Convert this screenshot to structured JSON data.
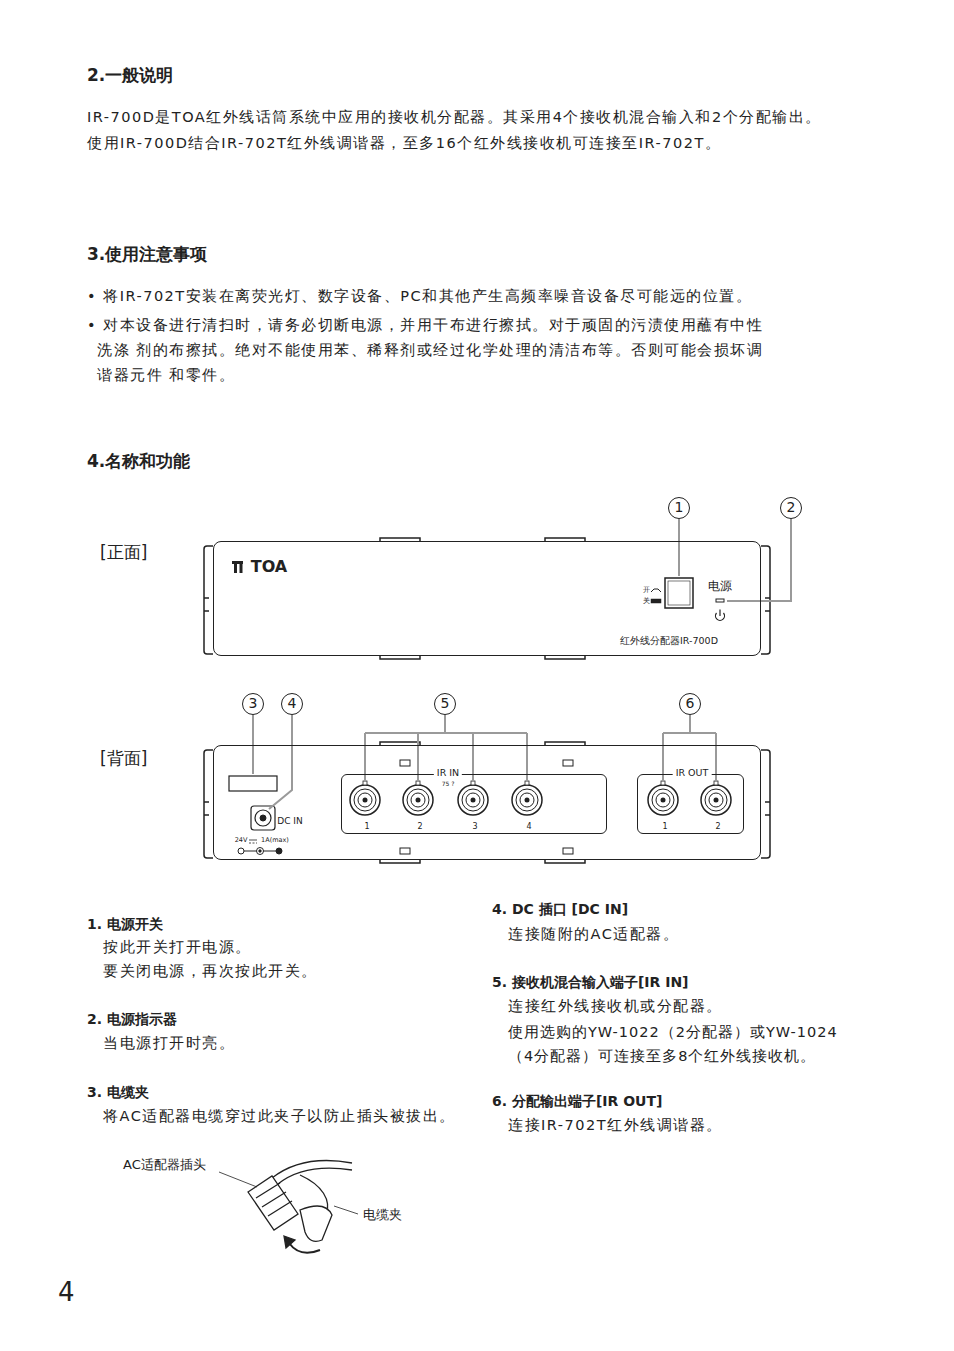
{
  "diagram": {
    "nodes": [
      {
        "text": [
          "TOA",
          "开",
          "关",
          "电源",
          "红外线分配器IR-700D"
        ]
      },
      {
        "text": [
          "DC IN",
          "24V",
          "1A(max)"
        ]
      },
      {
        "text": [
          "IR IN",
          "75 ?",
          "1",
          "2",
          "3",
          "4"
        ],
        "in": 1
      },
      {
        "text": [
          "IR OUT",
          "1",
          "2"
        ],
        "in": 1
      }
    ],
    "labels": [
      "2.一般说明",
      "IR-700D是TOA红外线话筒系统中应用的接收机分配器。其采用4个接收机混合输入和2个分配输出。",
      "使用IR-700D结合IR-702T红外线调谐器，至多16个红外线接收机可连接至IR-702T。",
      "3.使用注意事项",
      "• 将IR-702T安装在离荧光灯、数字设备、PC和其他产生高频率噪音设备尽可能远的位置。",
      "• 对本设备进行清扫时，请务必切断电源，并用干布进行擦拭。对于顽固的污渍使用蘸有中性洗涤 剂的布擦拭。绝对不能使用苯、稀释剂或经过化学处理的清洁布等。否则可能会损坏调谐器元件 和零件。",
      "4.名称和功能",
      "[正面]",
      "[背面]",
      "1",
      "2",
      "3",
      "4",
      "5",
      "6",
      "1. 电源开关",
      "按此开关打开电源。",
      "要关闭电源，再次按此开关。",
      "2. 电源指示器",
      "当电源打开时亮。",
      "3. 电缆夹",
      "将AC适配器电缆穿过此夹子以防止插头被拔出。",
      "AC适配器插头",
      "电缆夹",
      "4. DC 插口 [DC IN]",
      "连接随附的AC适配器。",
      "5. 接收机混合输入端子[IR IN]",
      "连接红外线接收机或分配器。",
      "使用选购的YW-1022（2分配器）或YW-1024 （4分配器）可连接至多8个红外线接收机。",
      "6. 分配输出端子[IR OUT]",
      "连接IR-702T红外线调谐器。",
      "4"
    ]
  }
}
